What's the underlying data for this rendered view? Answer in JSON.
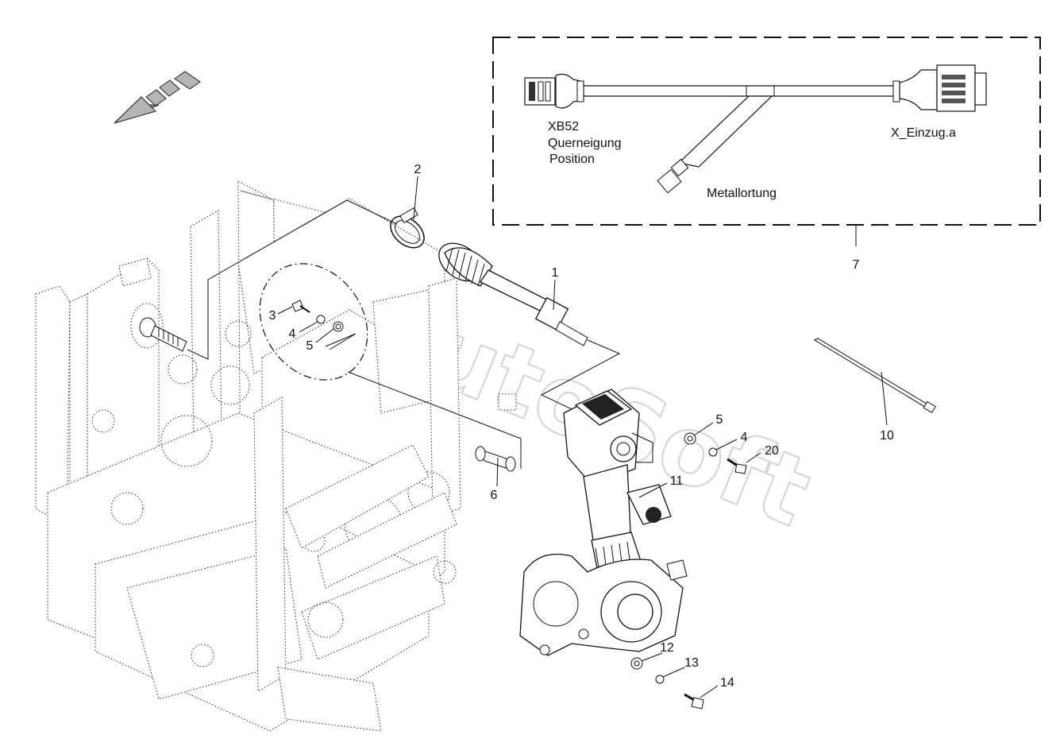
{
  "harness": {
    "connector_left": [
      "XB52",
      "Querneigung",
      "Position"
    ],
    "connector_right": "X_Einzug.a",
    "branch_label": "Metallortung"
  },
  "watermark": "AutoSoft",
  "callouts": [
    "1",
    "2",
    "3",
    "4",
    "5",
    "5",
    "4",
    "20",
    "6",
    "7",
    "10",
    "11",
    "12",
    "13",
    "14"
  ]
}
